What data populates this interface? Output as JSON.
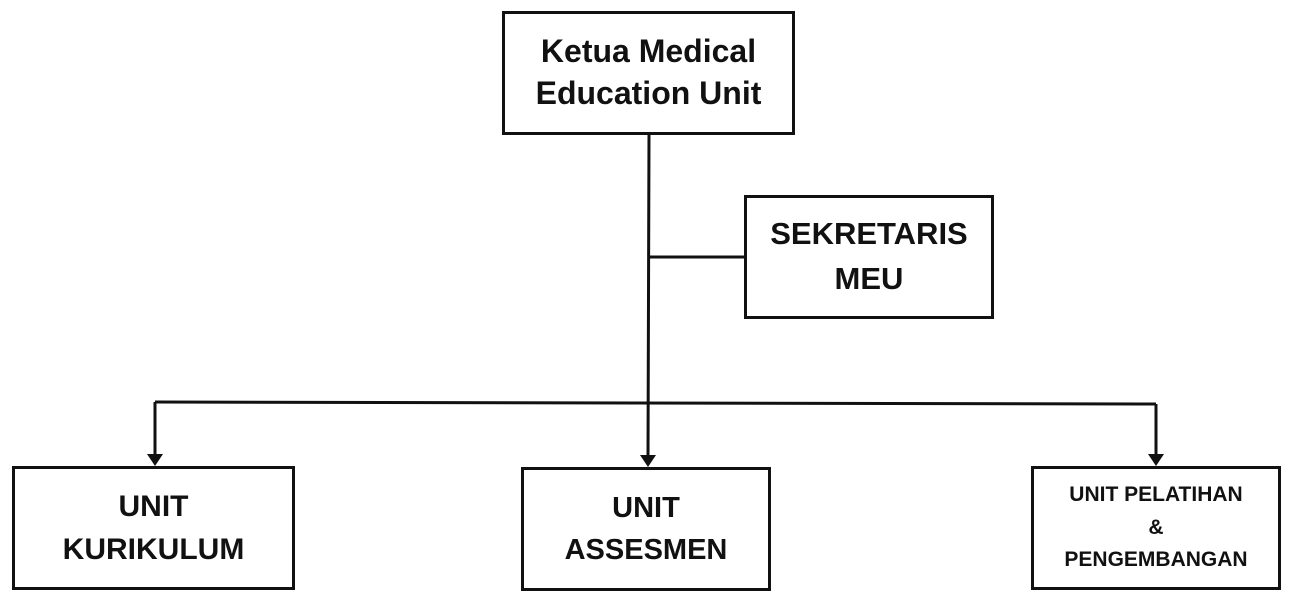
{
  "chart": {
    "head": {
      "line1": "Ketua Medical",
      "line2": "Education Unit"
    },
    "secretary": {
      "line1": "SEKRETARIS",
      "line2": "MEU"
    },
    "units": [
      {
        "line1": "UNIT",
        "line2": "KURIKULUM"
      },
      {
        "line1": "UNIT",
        "line2": "ASSESMEN"
      },
      {
        "line1": "UNIT PELATIHAN",
        "line2": "&",
        "line3": "PENGEMBANGAN"
      }
    ]
  },
  "colors": {
    "line": "#111111",
    "background": "#ffffff"
  }
}
